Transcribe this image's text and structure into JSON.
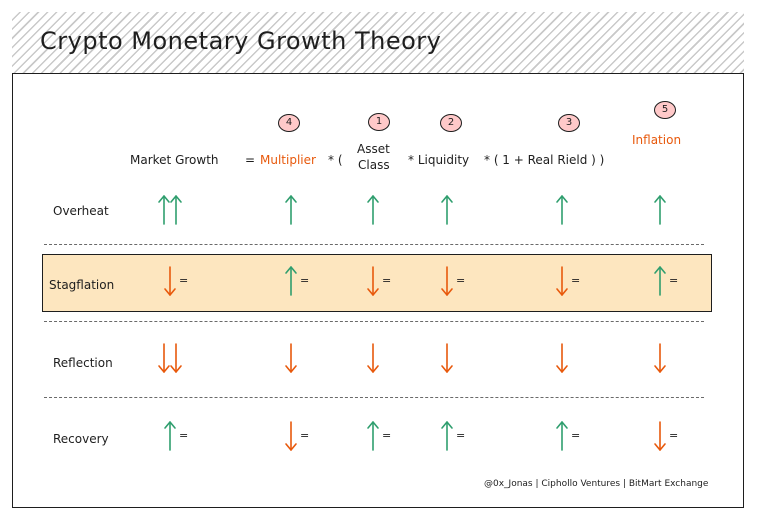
{
  "title": "Crypto Monetary Growth Theory",
  "formula": {
    "market_growth": "Market Growth",
    "eq": "=",
    "multiplier": "Multiplier",
    "times_open": "* (",
    "asset_line1": "Asset",
    "asset_line2": "Class",
    "times_liquidity": "* Liquidity",
    "times_open2": "* ( 1 + Real Rield ) )",
    "inflation": "Inflation",
    "badges": [
      "4",
      "1",
      "2",
      "3",
      "5"
    ]
  },
  "rows": [
    {
      "label": "Overheat",
      "arrows": [
        "up2",
        "up",
        "up",
        "up",
        "up",
        "up"
      ],
      "eq": [
        false,
        false,
        false,
        false,
        false,
        false
      ]
    },
    {
      "label": "Stagflation",
      "arrows": [
        "down",
        "up",
        "down",
        "down",
        "down",
        "up"
      ],
      "eq": [
        true,
        true,
        true,
        true,
        true,
        true
      ]
    },
    {
      "label": "Reflection",
      "arrows": [
        "down2",
        "down",
        "down",
        "down",
        "down",
        "down"
      ],
      "eq": [
        false,
        false,
        false,
        false,
        false,
        false
      ]
    },
    {
      "label": "Recovery",
      "arrows": [
        "up",
        "down",
        "up",
        "up",
        "up",
        "down"
      ],
      "eq": [
        true,
        true,
        true,
        true,
        true,
        true
      ]
    }
  ],
  "eq_symbol": "=",
  "footer": "@0x_Jonas | Ciphollo Ventures | BitMart Exchange",
  "colors": {
    "up": "#2f9e6e",
    "down": "#e8590c",
    "band": "#fde6bf",
    "badge": "#ffc9c9"
  }
}
